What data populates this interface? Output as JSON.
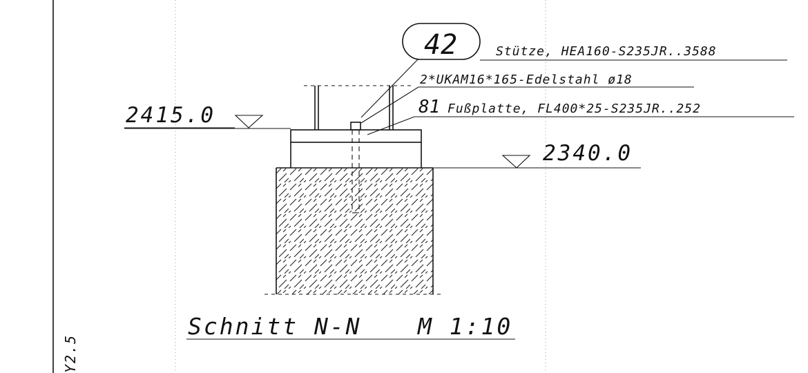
{
  "drawing": {
    "position_42": {
      "number": "42",
      "label": "Stütze, HEA160-S235JR..3588"
    },
    "anchor_bolt": {
      "label": "2*UKAM16*165-Edelstahl ø18"
    },
    "position_81": {
      "number": "81",
      "label": "Fußplatte, FL400*25-S235JR..252"
    },
    "levels": {
      "top": "2415.0",
      "bottom": "2340.0"
    },
    "section_title": "Schnitt N-N",
    "scale": "M 1:10",
    "side_label": "Y2.5"
  }
}
